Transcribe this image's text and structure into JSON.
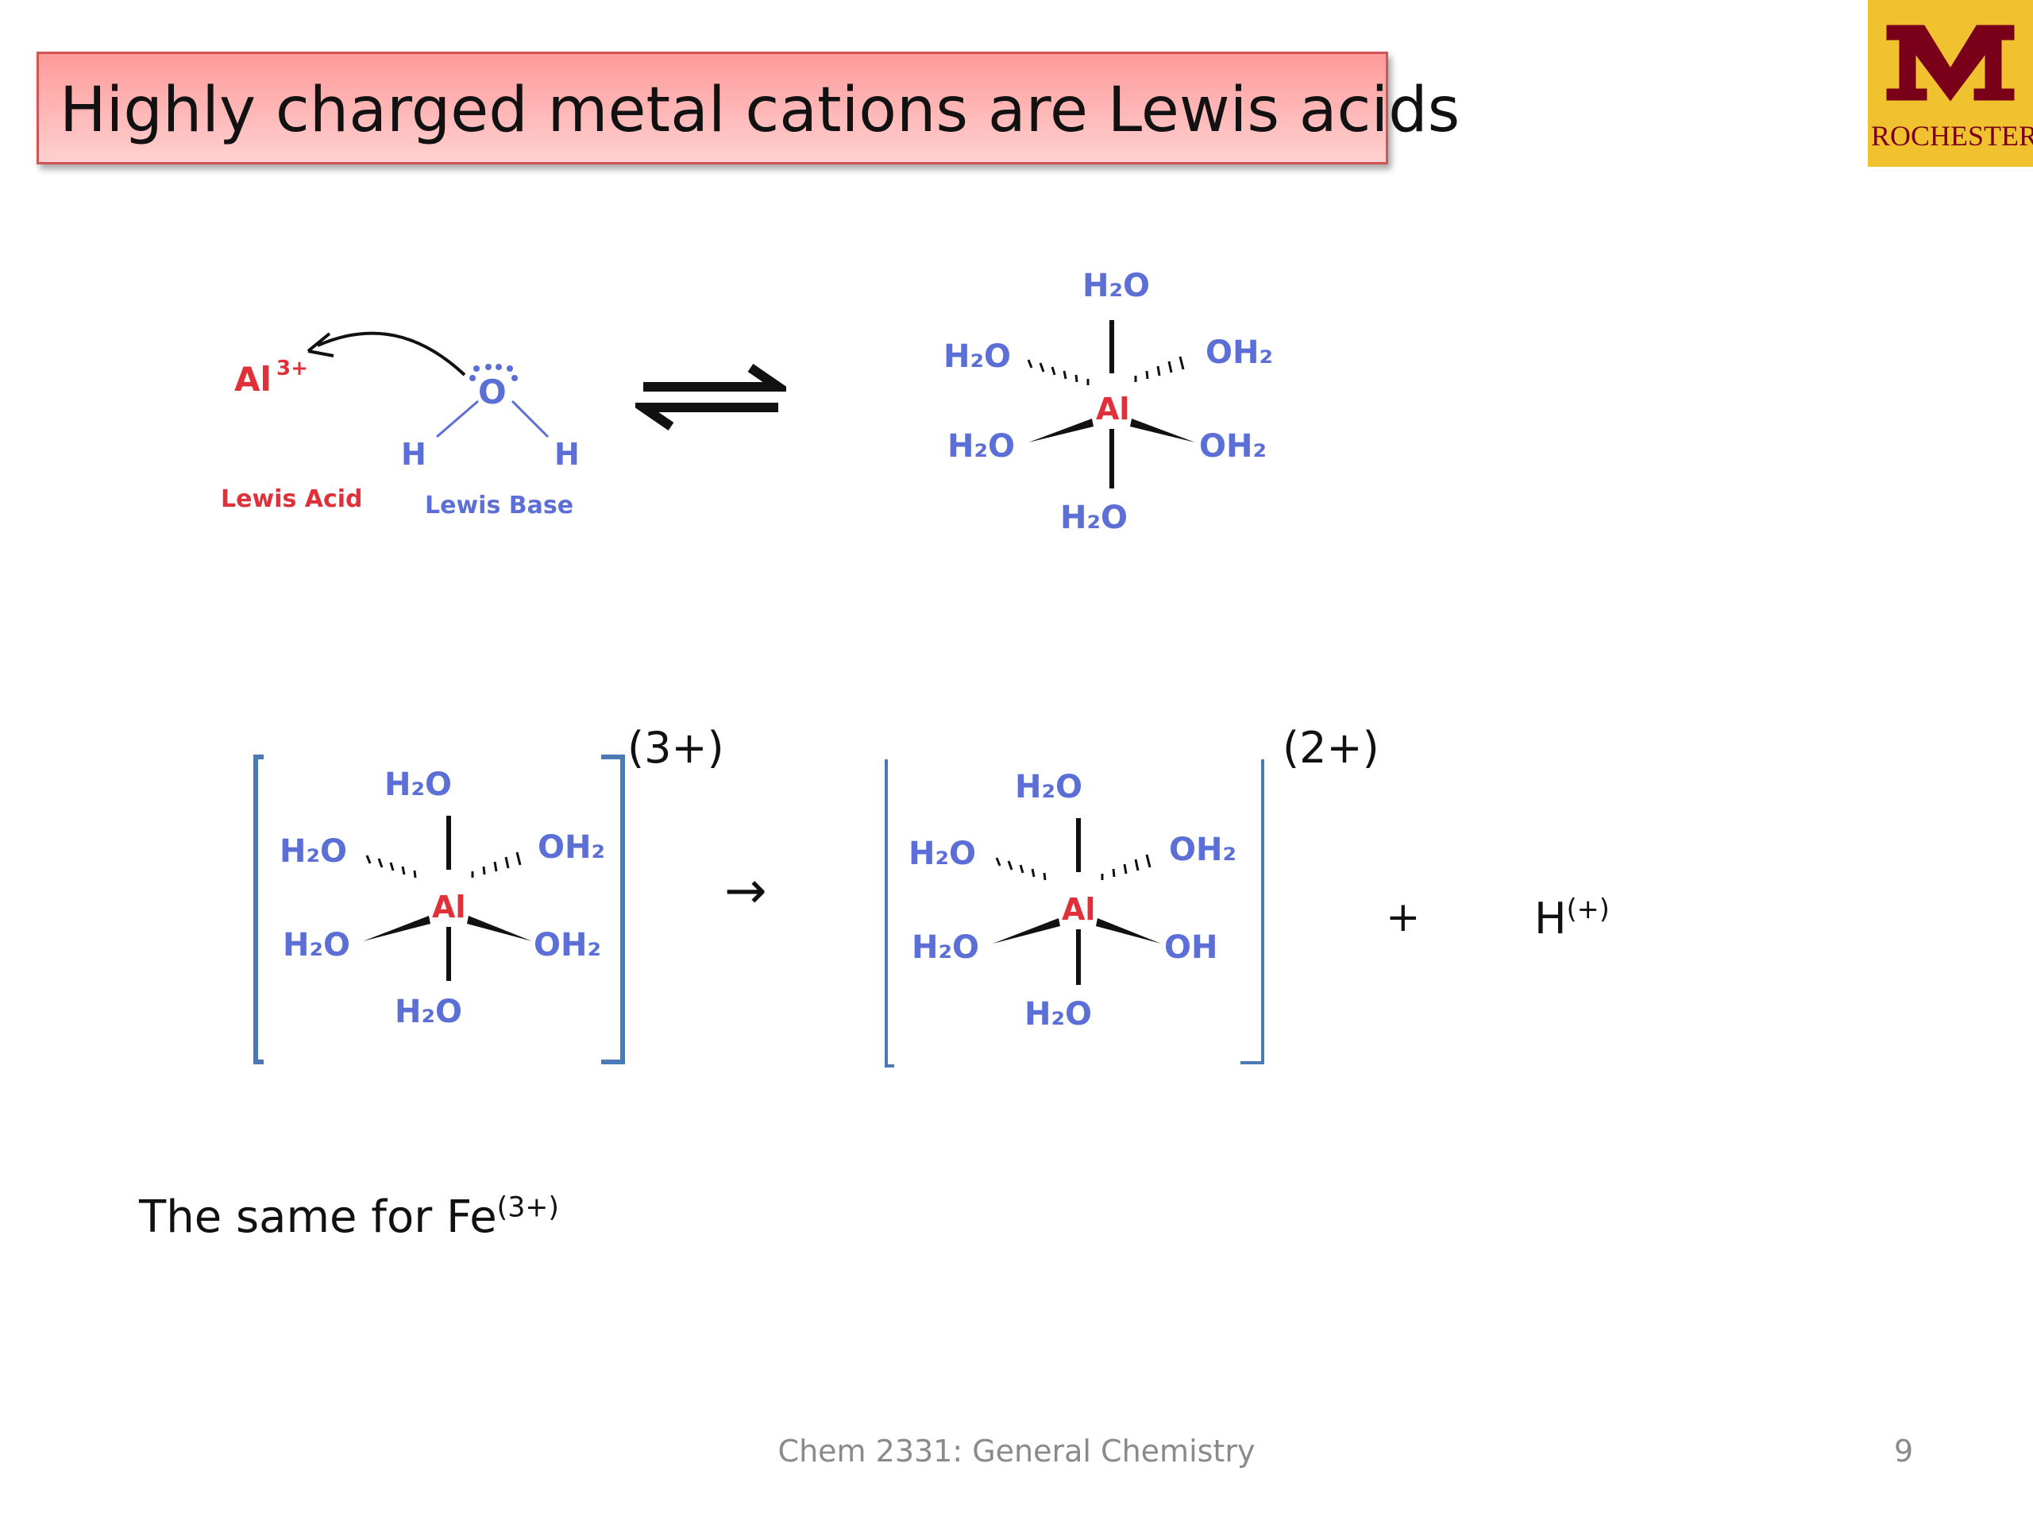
{
  "slide": {
    "title": "Highly charged metal cations are Lewis acids",
    "logo_text": "ROCHESTER",
    "footer": "Chem 2331: General Chemistry",
    "page_number": "9",
    "colors": {
      "title_fill": "#ff9a9a",
      "title_border": "#d05555",
      "logo_bg": "#f1c230",
      "logo_maroon": "#7a0019",
      "molecule_blue": "#5b6fd6",
      "aluminum_red": "#e0303a",
      "bracket_blue": "#4a7ab5"
    }
  },
  "reaction1": {
    "cation": "Al",
    "cation_charge": "3+",
    "oxygen": "O",
    "hydrogen": "H",
    "acid_label": "Lewis Acid",
    "base_label": "Lewis Base",
    "arrow": "equilibrium-arrows"
  },
  "complex": {
    "center": "Al",
    "ligand_h2o": "H₂O",
    "ligand_oh2": "OH₂",
    "ligand_oh": "OH"
  },
  "reaction2": {
    "charge_left": "(3+)",
    "charge_right": "(2+)",
    "arrow": "→",
    "plus": "+",
    "proton_symbol": "H",
    "proton_charge": "(+)"
  },
  "note": {
    "text": "The same for Fe",
    "charge": "(3+)"
  }
}
